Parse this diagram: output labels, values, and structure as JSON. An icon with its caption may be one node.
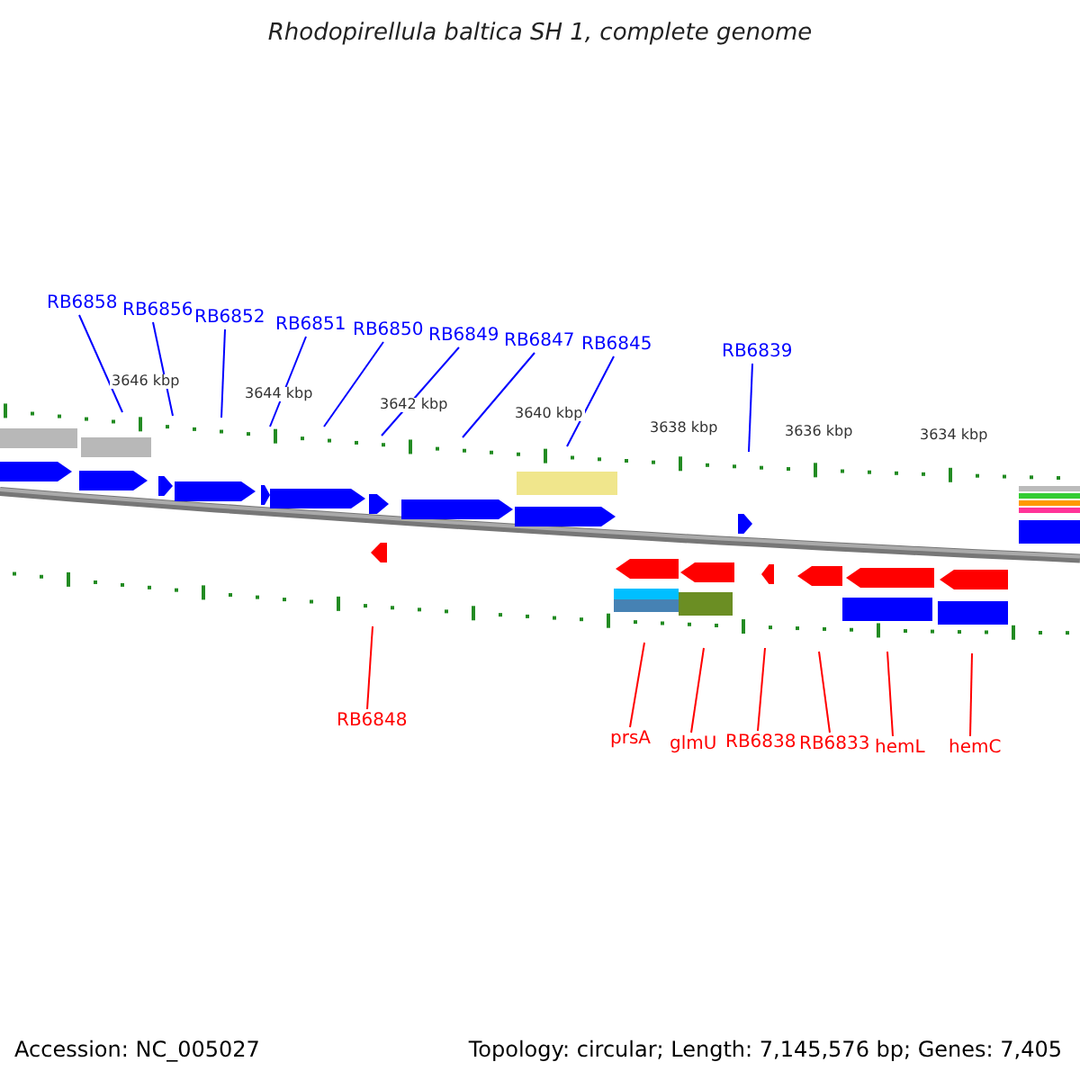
{
  "diagram": {
    "title": "Rhodopirellula baltica SH 1, complete genome",
    "nodes": [
      {
        "text": [
          "RB6858"
        ]
      },
      {
        "text": [
          "RB6856"
        ]
      },
      {
        "text": [
          "RB6852"
        ]
      },
      {
        "text": [
          "RB6851"
        ]
      },
      {
        "text": [
          "RB6850"
        ]
      },
      {
        "text": [
          "RB6849"
        ]
      },
      {
        "text": [
          "RB6847"
        ]
      },
      {
        "text": [
          "RB6845"
        ]
      },
      {
        "text": [
          "RB6839"
        ]
      },
      {
        "text": [
          "RB6848"
        ]
      },
      {
        "text": [
          "prsA"
        ]
      },
      {
        "text": [
          "glmU"
        ]
      },
      {
        "text": [
          "RB6838"
        ]
      },
      {
        "text": [
          "RB6833"
        ]
      },
      {
        "text": [
          "hemL"
        ]
      },
      {
        "text": [
          "hemC"
        ]
      }
    ],
    "edges": [
      {
        "from": 0,
        "to": null,
        "arrow": "none"
      },
      {
        "from": 1,
        "to": null,
        "arrow": "none"
      },
      {
        "from": 2,
        "to": null,
        "arrow": "none"
      },
      {
        "from": 3,
        "to": null,
        "arrow": "none"
      },
      {
        "from": 4,
        "to": null,
        "arrow": "none"
      },
      {
        "from": 5,
        "to": null,
        "arrow": "none"
      },
      {
        "from": 6,
        "to": null,
        "arrow": "none"
      },
      {
        "from": 7,
        "to": null,
        "arrow": "none"
      },
      {
        "from": 8,
        "to": null,
        "arrow": "none"
      },
      {
        "from": 9,
        "to": null,
        "arrow": "none",
        "color": "#ff0000"
      },
      {
        "from": 10,
        "to": null,
        "arrow": "none",
        "color": "#ff0000"
      },
      {
        "from": 11,
        "to": null,
        "arrow": "none",
        "color": "#ff0000"
      },
      {
        "from": 12,
        "to": null,
        "arrow": "none",
        "color": "#ff0000"
      },
      {
        "from": 13,
        "to": null,
        "arrow": "none",
        "color": "#ff0000"
      },
      {
        "from": 14,
        "to": null,
        "arrow": "none",
        "color": "#ff0000"
      },
      {
        "from": 15,
        "to": null,
        "arrow": "none",
        "color": "#ff0000"
      }
    ],
    "labels": [
      "3646 kbp",
      "3644 kbp",
      "3642 kbp",
      "3640 kbp",
      "3638 kbp",
      "3636 kbp",
      "3634 kbp",
      "Accession: NC_005027",
      "Topology: circular; Length: 7,145,576 bp; Genes: 7,405"
    ]
  }
}
